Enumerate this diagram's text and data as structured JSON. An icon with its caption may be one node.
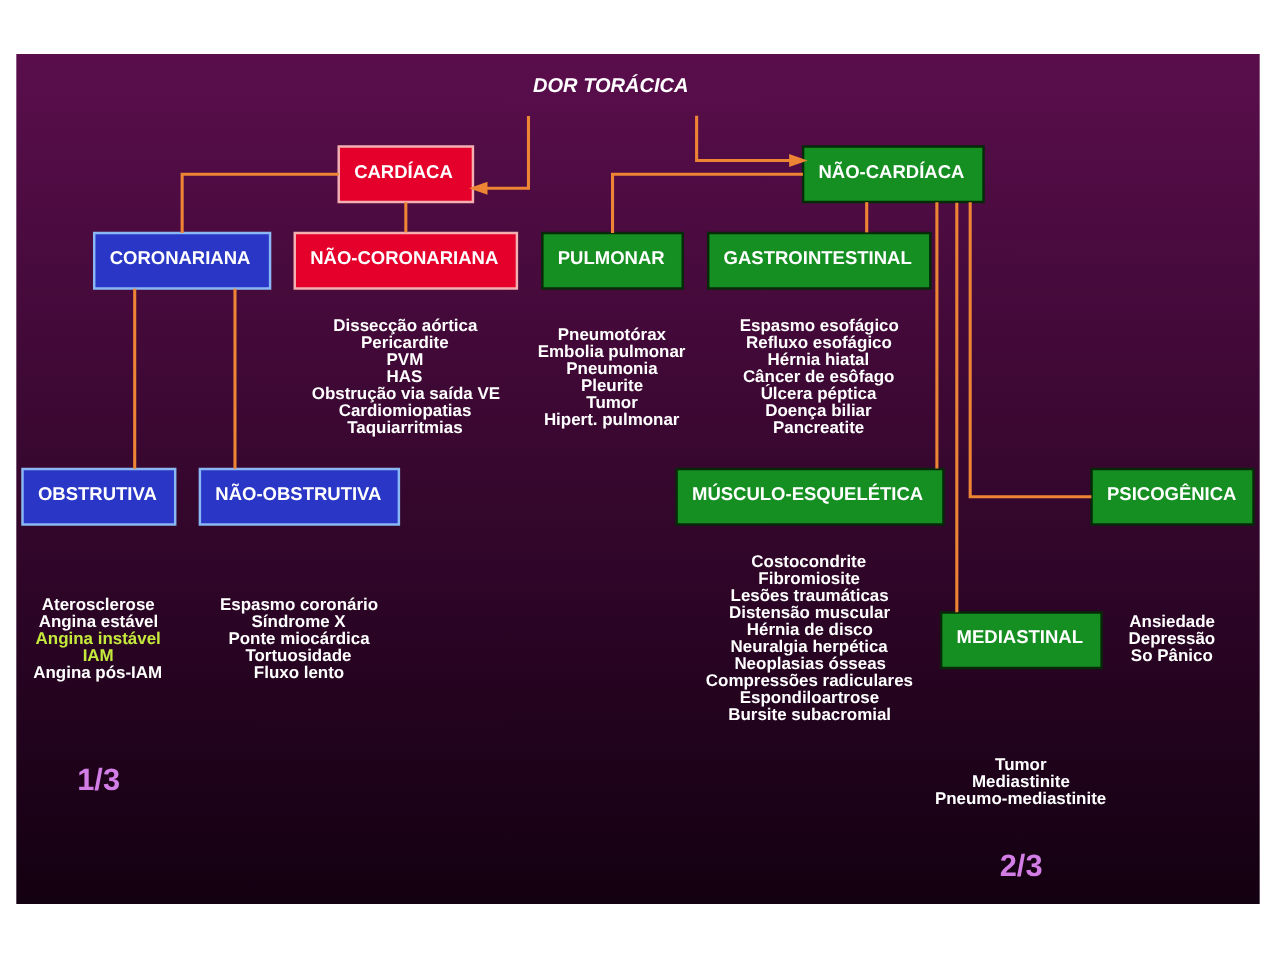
{
  "diagram": {
    "nodes": [
      {
        "text": [
          "DOR TORÁCICA"
        ]
      },
      {
        "text": [
          "CARDÍACA"
        ]
      },
      {
        "text": [
          "NÃO-CARDÍACA"
        ]
      },
      {
        "text": [
          "CORONARIANA"
        ]
      },
      {
        "text": [
          "NÃO-CORONARIANA"
        ],
        "beside": [
          "Dissecção aórtica",
          "Pericardite",
          "PVM",
          "HAS",
          "Obstrução via saída VE",
          "Cardiomiopatias",
          "Taquiarritmias"
        ]
      },
      {
        "text": [
          "PULMONAR"
        ],
        "beside": [
          "Pneumotórax",
          "Embolia pulmonar",
          "Pneumonia",
          "Pleurite",
          "Tumor",
          "Hipert. pulmonar"
        ]
      },
      {
        "text": [
          "GASTROINTESTINAL"
        ],
        "beside": [
          "Espasmo esofágico",
          "Refluxo esofágico",
          "Hérnia hiatal",
          "Câncer de esôfago",
          "Úlcera péptica",
          "Doença biliar",
          "Pancreatite"
        ]
      },
      {
        "text": [
          "OBSTRUTIVA"
        ],
        "beside": [
          "Aterosclerose",
          "Angina estável",
          "Angina instável",
          "IAM",
          "Angina pós-IAM"
        ]
      },
      {
        "text": [
          "NÃO-OBSTRUTIVA"
        ],
        "beside": [
          "Espasmo coronário",
          "Síndrome X",
          "Ponte miocárdica",
          "Tortuosidade",
          "Fluxo lento"
        ]
      },
      {
        "text": [
          "MÚSCULO-ESQUELÉTICA"
        ],
        "beside": [
          "Costocondrite",
          "Fibromiosite",
          "Lesões traumáticas",
          "Distensão muscular",
          "Hérnia de disco",
          "Neuralgia herpética",
          "Neoplasias ósseas",
          "Compressões radiculares",
          "Espondiloartrose",
          "Bursite subacromial"
        ]
      },
      {
        "text": [
          "MEDIASTINAL"
        ],
        "beside": [
          "Tumor",
          "Mediastinite",
          "Pneumo-mediastinite"
        ]
      },
      {
        "text": [
          "PSICOGÊNICA"
        ],
        "beside": [
          "Ansiedade",
          "Depressão",
          "So Pânico"
        ]
      }
    ],
    "edges": [
      {
        "from": 0,
        "to": 1,
        "arrow": "to"
      },
      {
        "from": 0,
        "to": 2,
        "arrow": "to"
      },
      {
        "from": 1,
        "to": 3,
        "arrow": "none"
      },
      {
        "from": 1,
        "to": 4,
        "arrow": "none"
      },
      {
        "from": 2,
        "to": 5,
        "arrow": "none"
      },
      {
        "from": 2,
        "to": 6,
        "arrow": "none"
      },
      {
        "from": 3,
        "to": 7,
        "arrow": "none"
      },
      {
        "from": 3,
        "to": 8,
        "arrow": "none"
      },
      {
        "from": 2,
        "to": 9,
        "arrow": "none"
      },
      {
        "from": 2,
        "to": 10,
        "arrow": "none"
      },
      {
        "from": 2,
        "to": 11,
        "arrow": "none"
      }
    ],
    "labels": [
      "1/3",
      "2/3"
    ]
  }
}
